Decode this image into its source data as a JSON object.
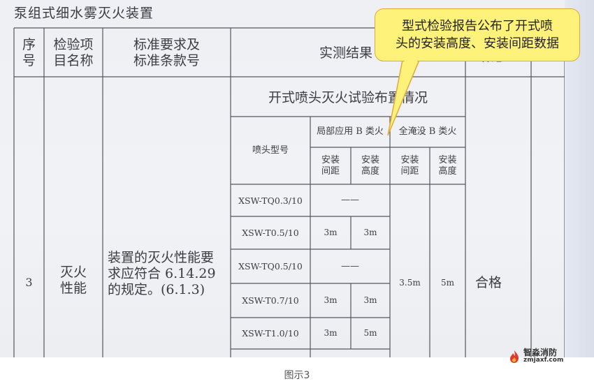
{
  "document": {
    "title": "泵组式细水雾灭火装置",
    "headers": {
      "seq": [
        "序",
        "号"
      ],
      "item": [
        "检验项",
        "目名称"
      ],
      "standard": [
        "标准要求及",
        "标准条款号"
      ],
      "result": "实测结果",
      "conclusion": "结论"
    },
    "subtable": {
      "title": "开式喷头灭火试验布置情况",
      "model_header": "喷头型号",
      "local_header": "局部应用 B 类火",
      "total_header": "全淹没 B 类火",
      "spacing_label": [
        "安装",
        "间距"
      ],
      "height_label": [
        "安装",
        "高度"
      ],
      "rows": [
        {
          "model": "XSW-TQ0.3/10",
          "local_spacing": "",
          "local_height": "",
          "dash": "——"
        },
        {
          "model": "XSW-T0.5/10",
          "local_spacing": "3m",
          "local_height": "3m",
          "dash": ""
        },
        {
          "model": "XSW-TQ0.5/10",
          "local_spacing": "",
          "local_height": "",
          "dash": "——"
        },
        {
          "model": "XSW-T0.7/10",
          "local_spacing": "3m",
          "local_height": "3m",
          "dash": ""
        },
        {
          "model": "XSW-T1.0/10",
          "local_spacing": "3m",
          "local_height": "5m",
          "dash": ""
        }
      ],
      "total_spacing": "3.5m",
      "total_height": "5m"
    },
    "row": {
      "seq": "3",
      "item": [
        "灭火",
        "性能"
      ],
      "requirement": [
        "装置的灭火性能要",
        "求应符合 6.14.29",
        "的规定。(6.1.3)"
      ],
      "conclusion": "合格"
    }
  },
  "callout": {
    "lines": [
      "型式检验报告公布了开式喷",
      "头的安装高度、安装间距数据"
    ]
  },
  "watermark": {
    "name": "智淼消防",
    "url": "zmjaxf.com"
  },
  "caption": "图示3",
  "colors": {
    "paper": "#eef0f4",
    "ink": "#3c3c42",
    "callout_fill": "#fff27a",
    "callout_border": "#e0a93a"
  }
}
